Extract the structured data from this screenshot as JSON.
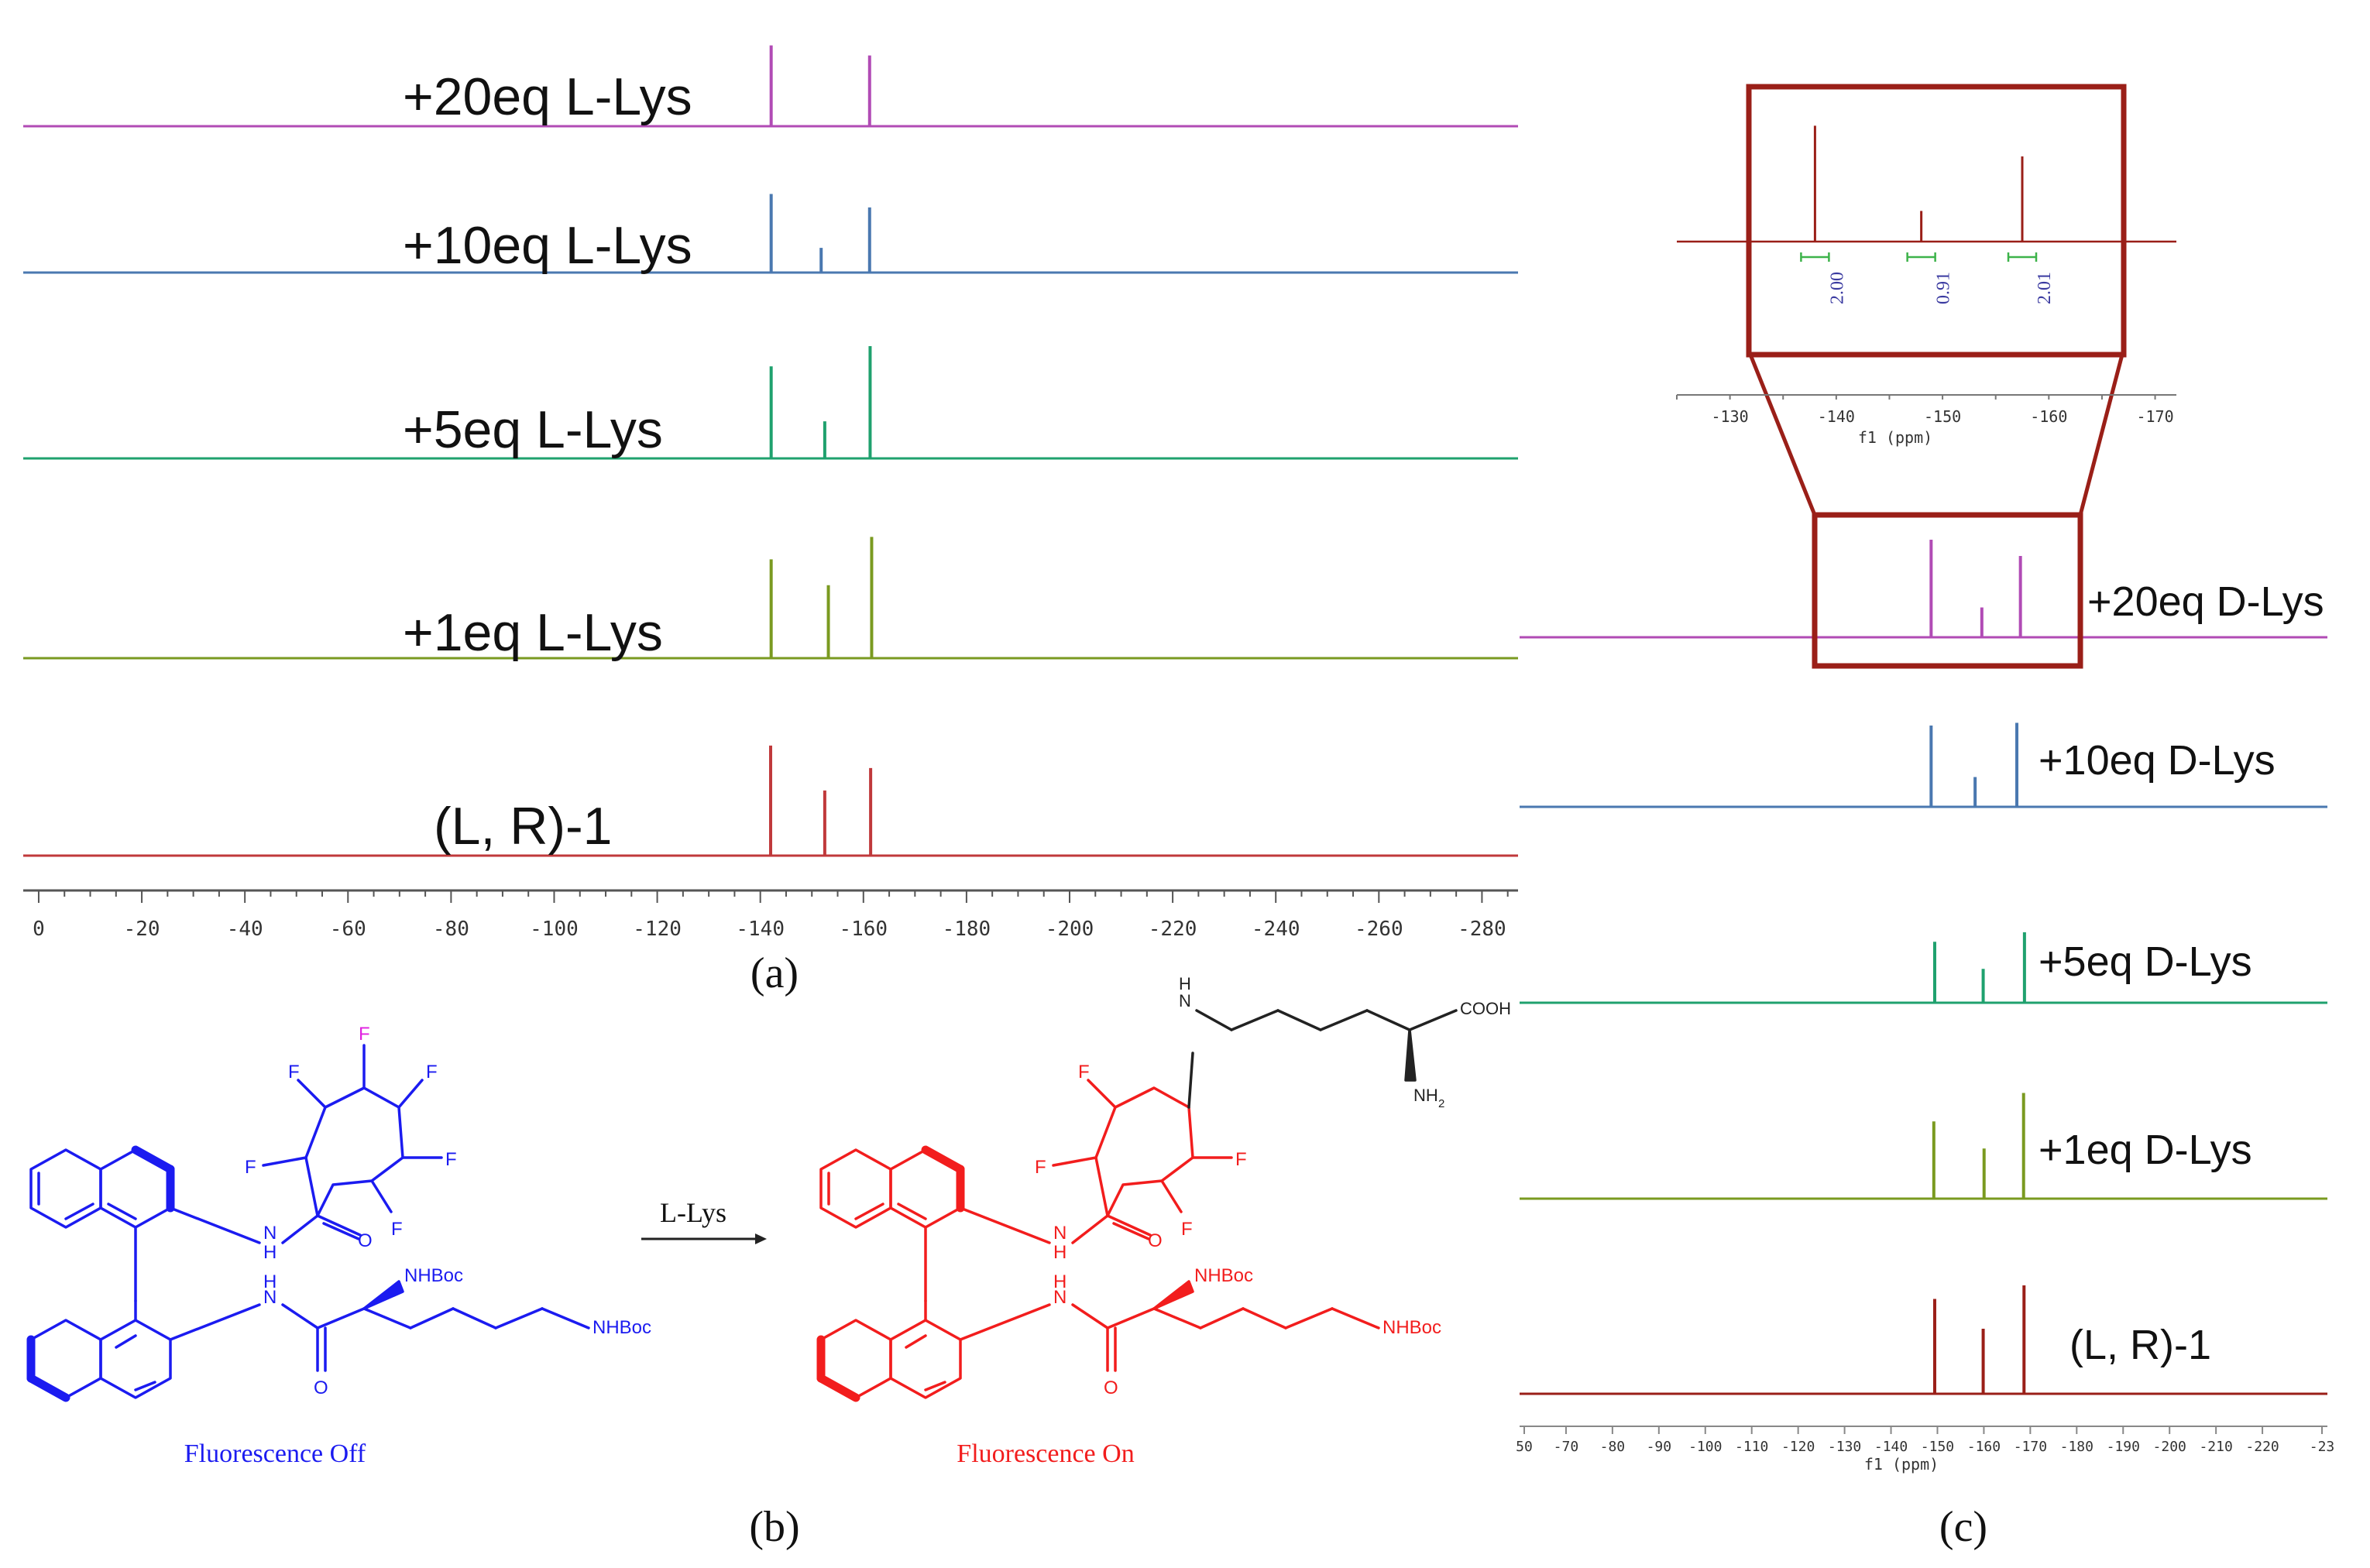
{
  "panel_labels": {
    "a": "(a)",
    "b": "(b)",
    "c": "(c)"
  },
  "colors": {
    "magenta": "#b14bb5",
    "steelblue": "#4a78b0",
    "green": "#1fa16e",
    "olive": "#7a9a20",
    "red": "#c0393b",
    "darkred": "#9a1f18",
    "blue": "#1b1bf0",
    "brightred": "#f21d1d",
    "pink": "#e020e0",
    "integral_green": "#3db34a",
    "integral_text": "#3a3aa0",
    "axis": "#555555"
  },
  "scheme": {
    "reagent": "L-Lys",
    "left_caption": "Fluorescence Off",
    "right_caption": "Fluorescence On",
    "atoms": {
      "F": "F",
      "NH": "N\nH",
      "H": "H",
      "N": "N",
      "O": "O",
      "NHBoc": "NHBoc",
      "COOH": "COOH",
      "NH2": "NH",
      "sub2": "2"
    }
  },
  "chart_data": [
    {
      "type": "line",
      "panel": "a",
      "x_axis": {
        "reversed": true,
        "ticks": [
          0,
          -20,
          -40,
          -60,
          -80,
          -100,
          -120,
          -140,
          -160,
          -180,
          -200,
          -220,
          -240,
          -260,
          -280
        ],
        "xlim": [
          3,
          -287
        ]
      },
      "series": [
        {
          "name": "+20eq L-Lys",
          "color_key": "magenta",
          "peaks": [
            {
              "x": -142.1,
              "height": 72
            },
            {
              "x": -161.2,
              "height": 63
            }
          ]
        },
        {
          "name": "+10eq L-Lys",
          "color_key": "steelblue",
          "peaks": [
            {
              "x": -142.1,
              "height": 70
            },
            {
              "x": -151.8,
              "height": 22
            },
            {
              "x": -161.2,
              "height": 58
            }
          ]
        },
        {
          "name": "+5eq L-Lys",
          "color_key": "green",
          "peaks": [
            {
              "x": -142.1,
              "height": 82
            },
            {
              "x": -152.5,
              "height": 33
            },
            {
              "x": -161.3,
              "height": 100
            }
          ]
        },
        {
          "name": "+1eq L-Lys",
          "color_key": "olive",
          "peaks": [
            {
              "x": -142.1,
              "height": 88
            },
            {
              "x": -153.2,
              "height": 65
            },
            {
              "x": -161.6,
              "height": 108
            }
          ]
        },
        {
          "name": "(L, R)-1",
          "color_key": "red",
          "peaks": [
            {
              "x": -142.0,
              "height": 98
            },
            {
              "x": -152.5,
              "height": 58
            },
            {
              "x": -161.4,
              "height": 78
            }
          ]
        }
      ]
    },
    {
      "type": "line",
      "panel": "c",
      "x_axis": {
        "reversed": true,
        "label": "f1 (ppm)",
        "ticks": [
          "50",
          "-70",
          "-80",
          "-90",
          "-100",
          "-110",
          "-120",
          "-130",
          "-140",
          "-150",
          "-160",
          "-170",
          "-180",
          "-190",
          "-200",
          "-210",
          "-220",
          "-23"
        ]
      },
      "series": [
        {
          "name": "+20eq D-Lys",
          "color_key": "magenta",
          "peaks": [
            {
              "x": -141.7,
              "height": 72
            },
            {
              "x": -153.0,
              "height": 22
            },
            {
              "x": -161.6,
              "height": 60
            }
          ]
        },
        {
          "name": "+10eq D-Lys",
          "color_key": "steelblue",
          "peaks": [
            {
              "x": -141.7,
              "height": 60
            },
            {
              "x": -151.5,
              "height": 22
            },
            {
              "x": -160.8,
              "height": 62
            }
          ]
        },
        {
          "name": "+5eq D-Lys",
          "color_key": "green",
          "peaks": [
            {
              "x": -142.5,
              "height": 45
            },
            {
              "x": -153.3,
              "height": 25
            },
            {
              "x": -162.5,
              "height": 52
            }
          ]
        },
        {
          "name": "+1eq D-Lys",
          "color_key": "olive",
          "peaks": [
            {
              "x": -142.3,
              "height": 57
            },
            {
              "x": -153.5,
              "height": 37
            },
            {
              "x": -162.3,
              "height": 78
            }
          ]
        },
        {
          "name": "(L, R)-1",
          "color_key": "darkred",
          "peaks": [
            {
              "x": -142.5,
              "height": 70
            },
            {
              "x": -153.3,
              "height": 48
            },
            {
              "x": -162.4,
              "height": 80
            }
          ]
        }
      ]
    },
    {
      "type": "line",
      "panel": "c-inset",
      "x_axis": {
        "reversed": true,
        "label": "f1 (ppm)",
        "ticks": [
          "-130",
          "-140",
          "-150",
          "-160",
          "-170"
        ],
        "xlim": [
          -125,
          -172
        ]
      },
      "series": [
        {
          "name": "",
          "color_key": "darkred",
          "peaks": [
            {
              "x": -138.0,
              "height": 68
            },
            {
              "x": -148.0,
              "height": 18
            },
            {
              "x": -157.5,
              "height": 50
            }
          ]
        }
      ],
      "integrals": [
        {
          "x": -138.0,
          "value": "2.00"
        },
        {
          "x": -148.0,
          "value": "0.91"
        },
        {
          "x": -157.5,
          "value": "2.01"
        }
      ]
    }
  ]
}
